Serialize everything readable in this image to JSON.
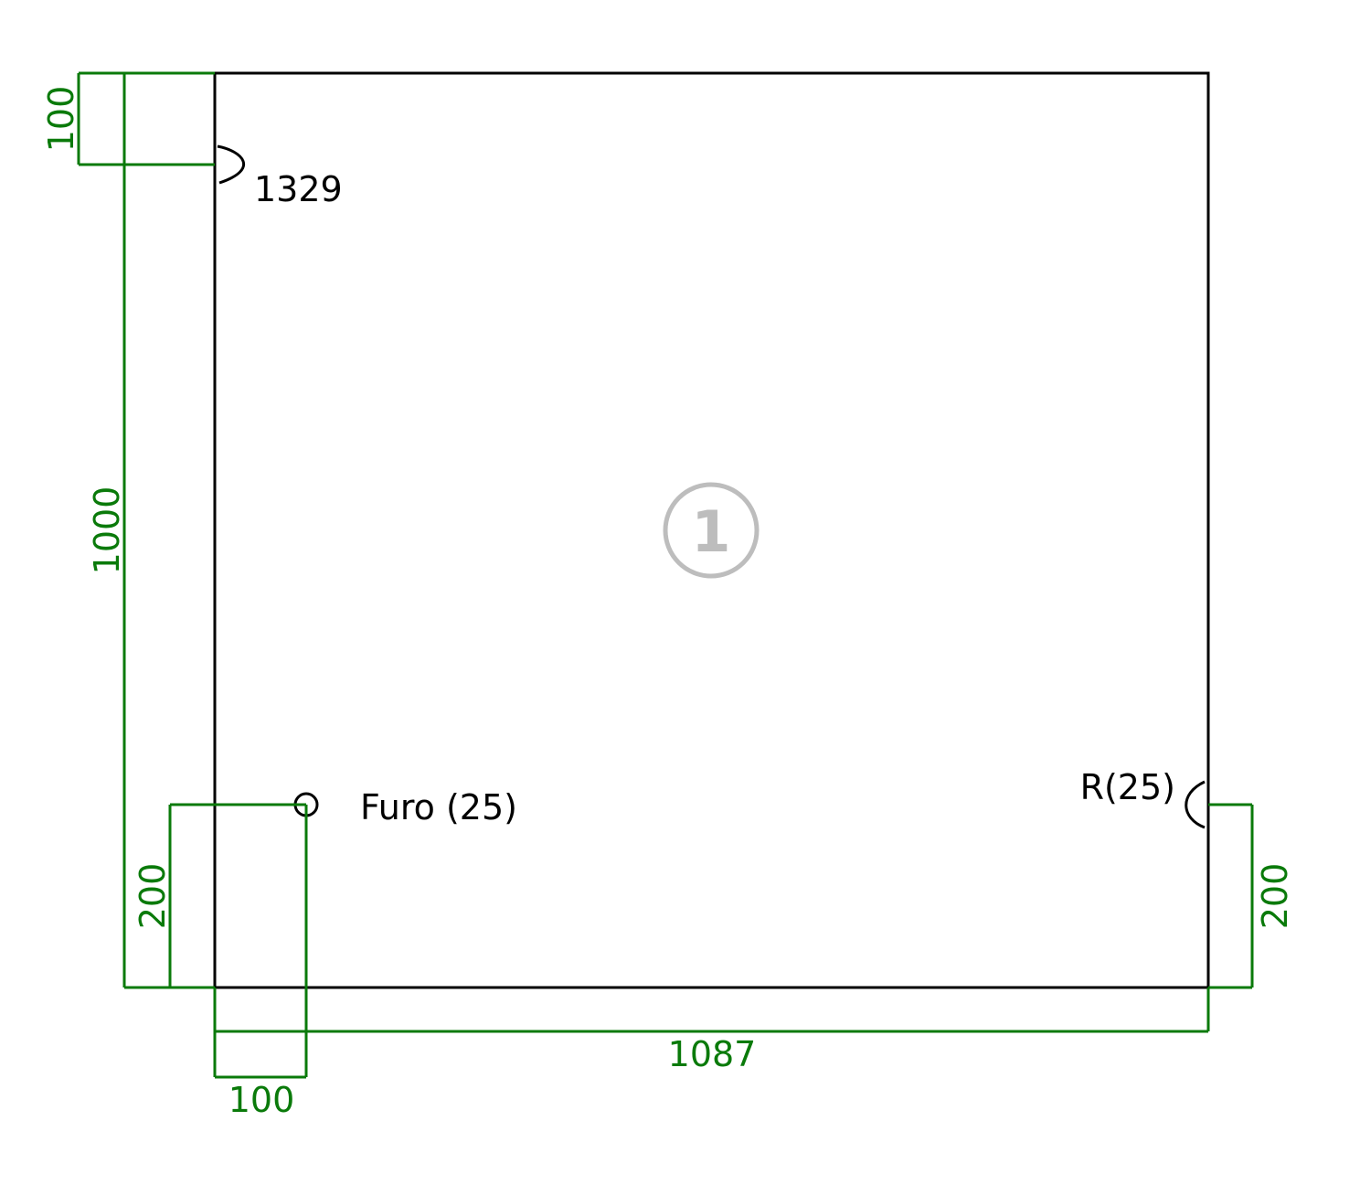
{
  "colors": {
    "dimension": "#0a7a0a",
    "outline": "#000000",
    "badge": "#bdbdbd"
  },
  "part": {
    "number": "1"
  },
  "dimensions": {
    "width": "1087",
    "height": "1000",
    "top_offset": "100",
    "left_hole_vertical": "200",
    "left_hole_horizontal": "100",
    "right_notch_vertical": "200"
  },
  "annotations": {
    "top_edge_label": "1329",
    "hole_label": "Furo (25)",
    "radius_label": "R(25)"
  }
}
